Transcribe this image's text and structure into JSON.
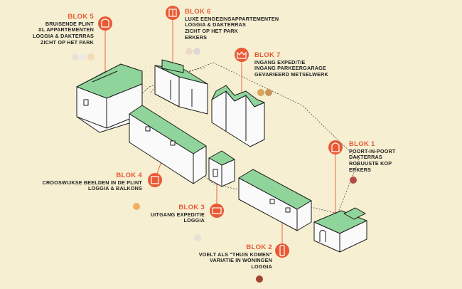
{
  "colors": {
    "background": "#f6efd2",
    "accent": "#e85a34",
    "roof_green": "#8fd49a",
    "outline": "#1a1a1a"
  },
  "blocks": [
    {
      "title": "BLOK 5",
      "lines": [
        "BRUISENDE PLINT",
        "XL APPARTEMENTEN",
        "LOGGIA & DAKTERRAS",
        "ZICHT OP HET PARK"
      ],
      "icon": "leaf-window-icon",
      "swatches": [
        "#e6e2dc",
        "#ece8e2",
        "#f4d9b6"
      ]
    },
    {
      "title": "BLOK 6",
      "lines": [
        "LUXE EENGEZINSAPPARTEMENTEN",
        "LOGGIA & DAKTERRAS",
        "ZICHT OP HET PARK",
        "ERKERS"
      ],
      "icon": "bay-window-icon",
      "swatches": [
        "#f0d9c8",
        "#ddd8d2"
      ]
    },
    {
      "title": "BLOK 7",
      "lines": [
        "INGANG EXPEDITIE",
        "INGANG PARKEERGARAGE",
        "GEVARIEERD METSELWERK"
      ],
      "icon": "sawtooth-roof-icon",
      "swatches": [
        "#d9a55e",
        "#c9935a"
      ]
    },
    {
      "title": "BLOK 1",
      "lines": [
        "POORT-IN-POORT",
        "DAKTERRAS",
        "ROBUUSTE KOP",
        "ERKERS"
      ],
      "icon": "arch-gate-icon",
      "swatches": [
        "#b84a45"
      ]
    },
    {
      "title": "BLOK 4",
      "lines": [
        "CROOSWIJKSE BEELDEN IN DE PLINT",
        "LOGGIA & BALKONS"
      ],
      "icon": "square-window-icon",
      "swatches": [
        "#f0b05e"
      ]
    },
    {
      "title": "BLOK 3",
      "lines": [
        "UITGANG EXPEDITIE",
        "LOGGIA"
      ],
      "icon": "wide-door-icon",
      "swatches": [
        "#e4e2d6"
      ]
    },
    {
      "title": "BLOK 2",
      "lines": [
        "VOELT ALS \"THUIS KOMEN\"",
        "VARIATIE IN WONINGEN",
        "LOGGIA"
      ],
      "icon": "tall-door-icon",
      "swatches": [
        "#a04530"
      ]
    }
  ]
}
